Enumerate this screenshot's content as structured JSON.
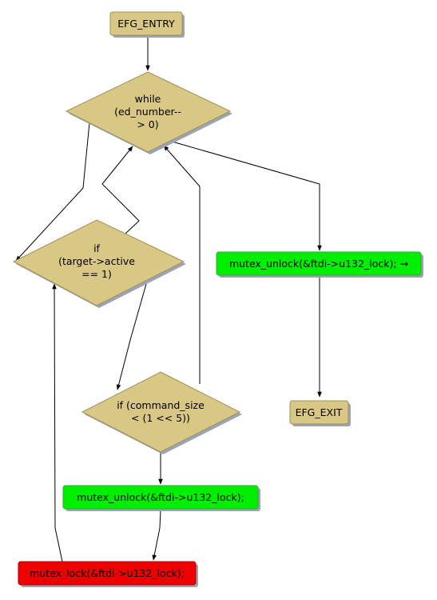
{
  "nodes": {
    "entry": {
      "label": "EFG_ENTRY"
    },
    "while": {
      "lines": [
        "while",
        "(ed_number--",
        "> 0)"
      ]
    },
    "if_active": {
      "lines": [
        "if",
        "(target->active",
        "== 1)"
      ]
    },
    "unlock_main": {
      "label": "mutex_unlock(&ftdi->u132_lock); →"
    },
    "if_cmd": {
      "lines": [
        "if (command_size",
        "< (1 << 5))"
      ]
    },
    "exit": {
      "label": "EFG_EXIT"
    },
    "unlock_loop": {
      "label": "mutex_unlock(&ftdi->u132_lock);"
    },
    "lock": {
      "label": "mutex_lock(&ftdi->u132_lock);"
    }
  },
  "colors": {
    "tan": "#d9c785",
    "tan_border": "#a0915a",
    "green": "#00ee00",
    "green_border": "#33aa33",
    "red": "#ee0000",
    "red_border": "#b00000",
    "shadow": "#9aa4b4",
    "edge": "#000000"
  }
}
